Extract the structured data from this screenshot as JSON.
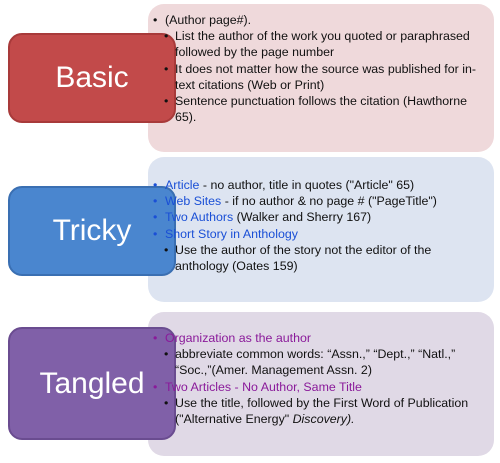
{
  "basic": {
    "label": "Basic",
    "items": [
      "(Author page#).",
      "List the author of the work you quoted or paraphrased followed by the page number",
      "It does not matter how the source was published for in-text citations (Web or Print)",
      "Sentence punctuation follows the citation (Hawthorne 65)."
    ]
  },
  "tricky": {
    "label": "Tricky",
    "article_label": "Article",
    "article_text": " - no author, title in quotes (\"Article\" 65)",
    "websites_label": "Web Sites",
    "websites_text": " - if no author & no page #   (\"PageTitle\")",
    "two_authors_label": "Two Authors",
    "two_authors_text": " (Walker and Sherry 167)",
    "short_story_label": "Short Story in Anthology",
    "short_story_sub": "Use the author of the story not the editor of the anthology (Oates 159)"
  },
  "tangled": {
    "label": "Tangled",
    "org_label": "Organization as the author",
    "org_sub": "abbreviate common words: “Assn.,” “Dept.,” “Natl.,” “Soc.,”(Amer. Management Assn. 2)",
    "two_articles_label": "Two Articles - No Author, Same Title",
    "two_articles_sub_main": "Use the title, followed by the First Word of Publication (\"Alternative Energy\" ",
    "two_articles_sub_italic": "Discovery).",
    "two_articles_sub_end": ""
  },
  "colors": {
    "basic": "#c24a4a",
    "tricky": "#4a86cf",
    "tangled": "#8060a8",
    "link_blue": "#1a4fd6",
    "purple_text": "#8a1a9a"
  }
}
